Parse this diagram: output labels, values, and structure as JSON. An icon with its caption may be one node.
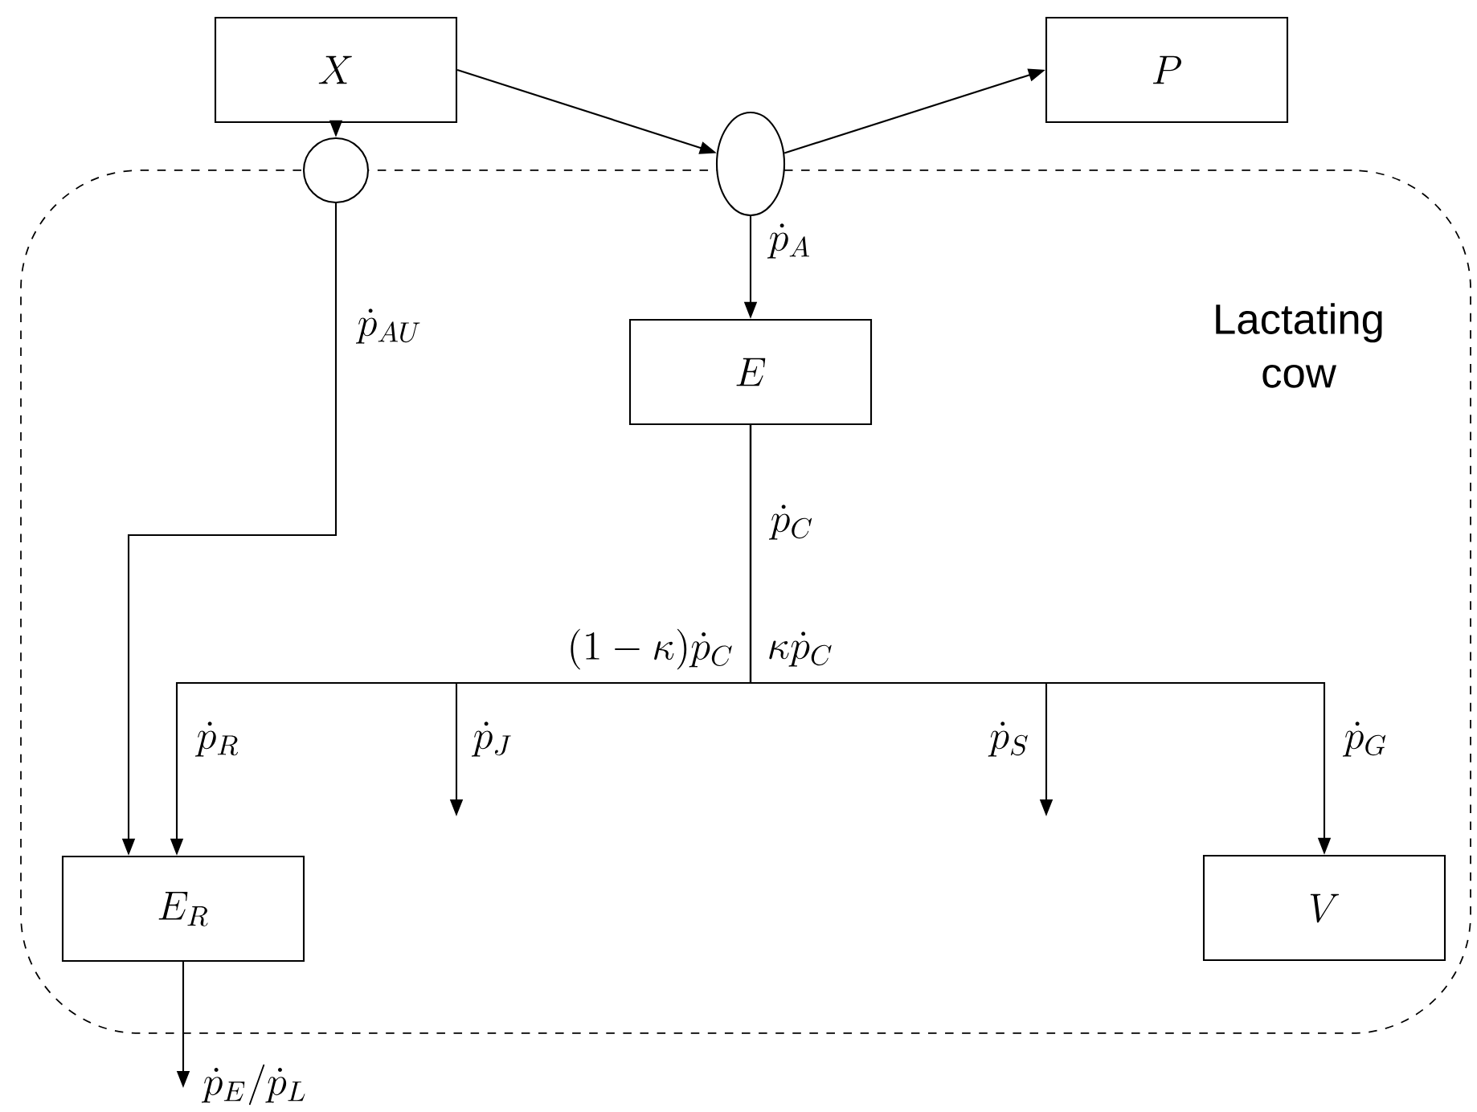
{
  "diagram": {
    "nodes": [
      {
        "text": [
          "Lactating cow"
        ]
      },
      {
        "text": [
          "X"
        ]
      },
      {
        "text": [],
        "shape": "ellipse"
      },
      {
        "text": [
          "P"
        ]
      },
      {
        "text": [],
        "shape": "circle"
      },
      {
        "text": [
          "E"
        ],
        "in": 0
      },
      {
        "text": [
          "E_R"
        ],
        "in": 0
      },
      {
        "text": [
          "V"
        ],
        "in": 0
      }
    ],
    "edges": [
      {
        "from": 1,
        "to": 2,
        "arrow": "to"
      },
      {
        "from": 2,
        "to": 3,
        "arrow": "to"
      },
      {
        "from": 1,
        "to": 4,
        "arrow": "to"
      },
      {
        "from": 2,
        "to": 5,
        "arrow": "to",
        "label": "\\dot{p}_A"
      },
      {
        "from": 4,
        "to": 6,
        "arrow": "to",
        "label": "\\dot{p}_{AU}"
      },
      {
        "from": 5,
        "to": 6,
        "arrow": "to",
        "label": "\\dot{p}_R"
      },
      {
        "from": 5,
        "to": null,
        "arrow": "to",
        "label": "\\dot{p}_J"
      },
      {
        "from": 5,
        "to": null,
        "arrow": "to",
        "label": "\\dot{p}_S"
      },
      {
        "from": 5,
        "to": 7,
        "arrow": "to",
        "label": "\\dot{p}_G"
      },
      {
        "from": 6,
        "to": null,
        "arrow": "to",
        "label": "\\dot{p}_E/\\dot{p}_L"
      }
    ],
    "labels": [
      "\\dot{p}_C",
      "(1-\\kappa)\\dot{p}_C",
      "\\kappa\\dot{p}_C"
    ]
  }
}
